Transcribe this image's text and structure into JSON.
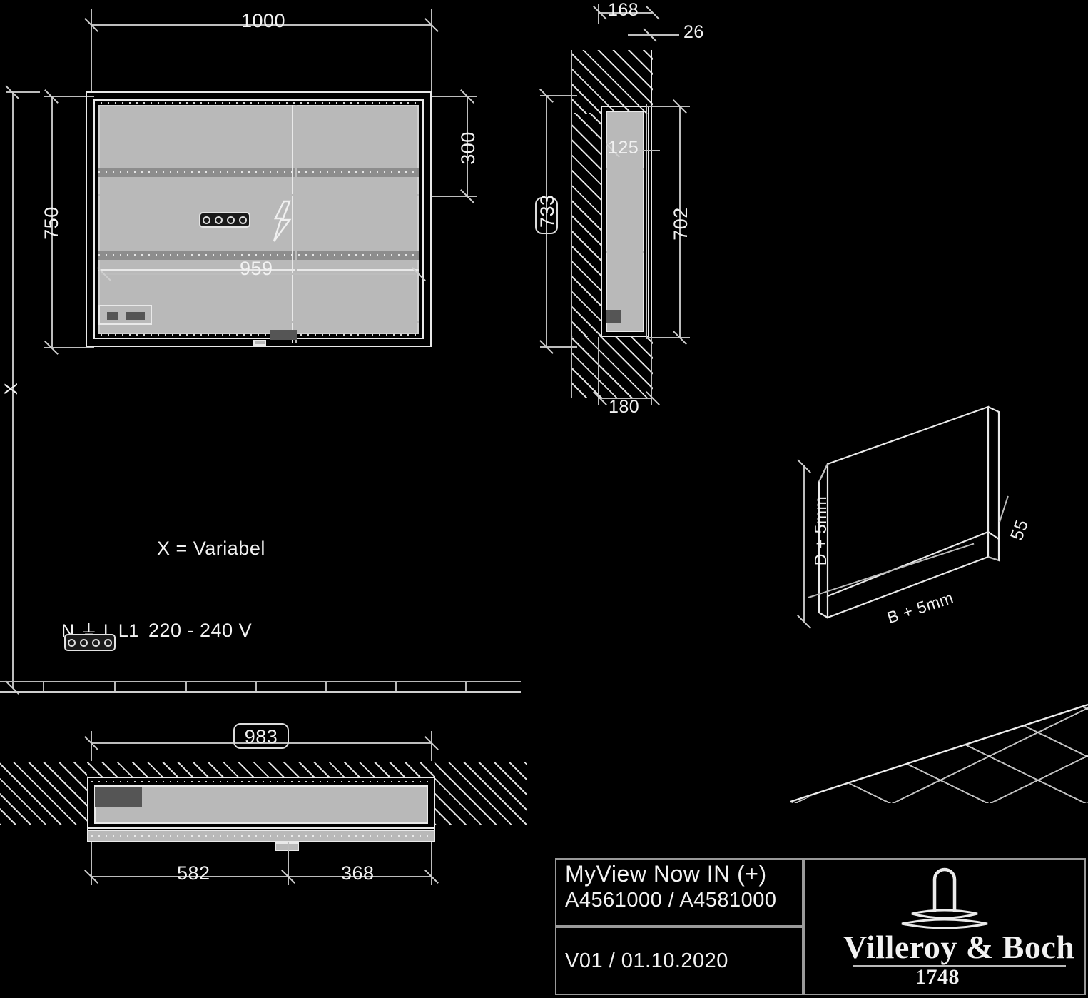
{
  "drawing": {
    "type": "technical-dimension-drawing",
    "product": "bathroom mirror cabinet",
    "notes": {
      "variable_note": "X = Variabel",
      "voltage": "220 - 240 V",
      "terminal_labels": "N  ⏚  L  L1"
    }
  },
  "front_view": {
    "dim_width_overall": "1000",
    "dim_height_overall": "750",
    "dim_inner_width": "959",
    "dim_top_right": "300",
    "label_x": "X"
  },
  "side_view": {
    "dim_top": "168",
    "dim_top_offset": "26",
    "dim_inner_depth": "125",
    "dim_height_right": "702",
    "dim_height_left": "733",
    "dim_depth_bottom": "180"
  },
  "section_view": {
    "dim_niche_width": "983",
    "dim_left": "582",
    "dim_right": "368"
  },
  "iso_view": {
    "dim_height": "D + 5mm",
    "dim_width": "B + 5mm",
    "dim_depth": "55"
  },
  "title_block": {
    "product_name": "MyView Now IN (+)",
    "article_numbers": "A4561000 / A4581000",
    "revision": "V01 / 01.10.2020",
    "brand": "Villeroy & Boch",
    "brand_year": "1748"
  }
}
